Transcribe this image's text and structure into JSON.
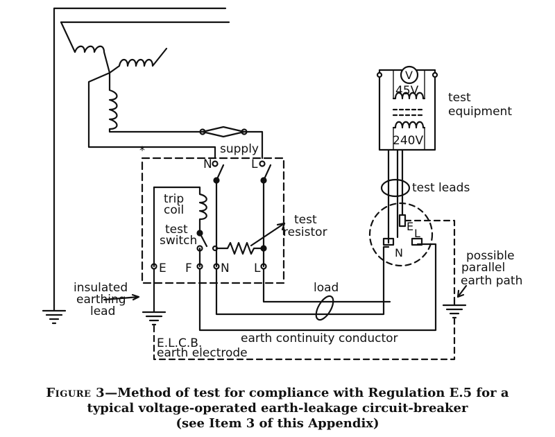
{
  "labels": {
    "test_equipment_1": "test",
    "test_equipment_2": "equipment",
    "voltmeter": "V",
    "v45": "45V",
    "v240": "240V",
    "supply": "supply",
    "asterisk": "*",
    "n_top": "N",
    "l_top": "L",
    "test_leads": "test leads",
    "trip_coil_1": "trip",
    "trip_coil_2": "coil",
    "test_switch_1": "test",
    "test_switch_2": "switch",
    "test_resistor_1": "test",
    "test_resistor_2": "resistor",
    "term_e": "E",
    "term_f": "F",
    "term_n": "N",
    "term_l": "L",
    "socket_e": "E",
    "socket_l": "L",
    "socket_n": "N",
    "possible_1": "possible",
    "possible_2": "parallel",
    "possible_3": "earth path",
    "insulated_1": "insulated",
    "insulated_2": "earthing",
    "insulated_3": "lead",
    "load": "load",
    "ecc": "earth continuity conductor",
    "elcb": "E.L.C.B.",
    "electrode": "earth electrode"
  },
  "caption": {
    "fig": "Figure 3",
    "line1": "—Method of test for compliance with Regulation E.5 for a",
    "line2": "typical voltage-operated earth-leakage circuit-breaker",
    "line3": "(see Item 3 of this Appendix)"
  }
}
